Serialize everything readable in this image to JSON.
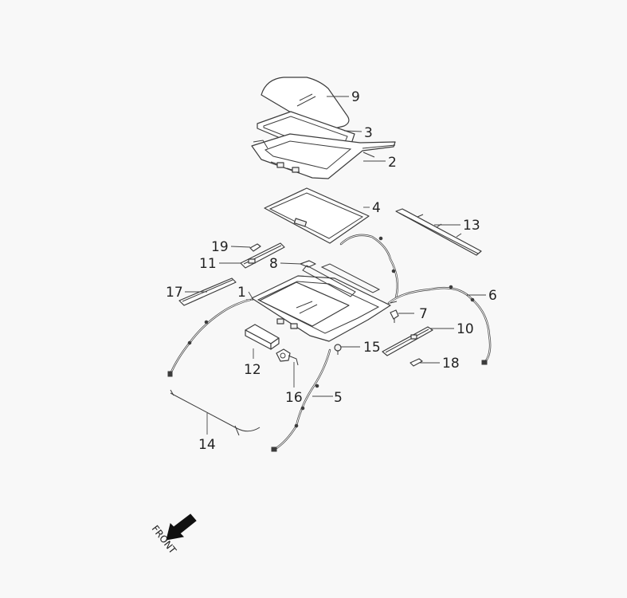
{
  "callouts": {
    "p1": "1",
    "p2": "2",
    "p3": "3",
    "p4": "4",
    "p5": "5",
    "p6": "6",
    "p7": "7",
    "p8": "8",
    "p9": "9",
    "p10": "10",
    "p11": "11",
    "p12": "12",
    "p13": "13",
    "p14": "14",
    "p15": "15",
    "p16": "16",
    "p17": "17",
    "p18": "18",
    "p19": "19"
  },
  "front_label": "FRONT",
  "icons": {
    "front_arrow": "arrow-icon"
  },
  "colors": {
    "background": "#f8f8f8",
    "line": "#3c3c3c"
  }
}
